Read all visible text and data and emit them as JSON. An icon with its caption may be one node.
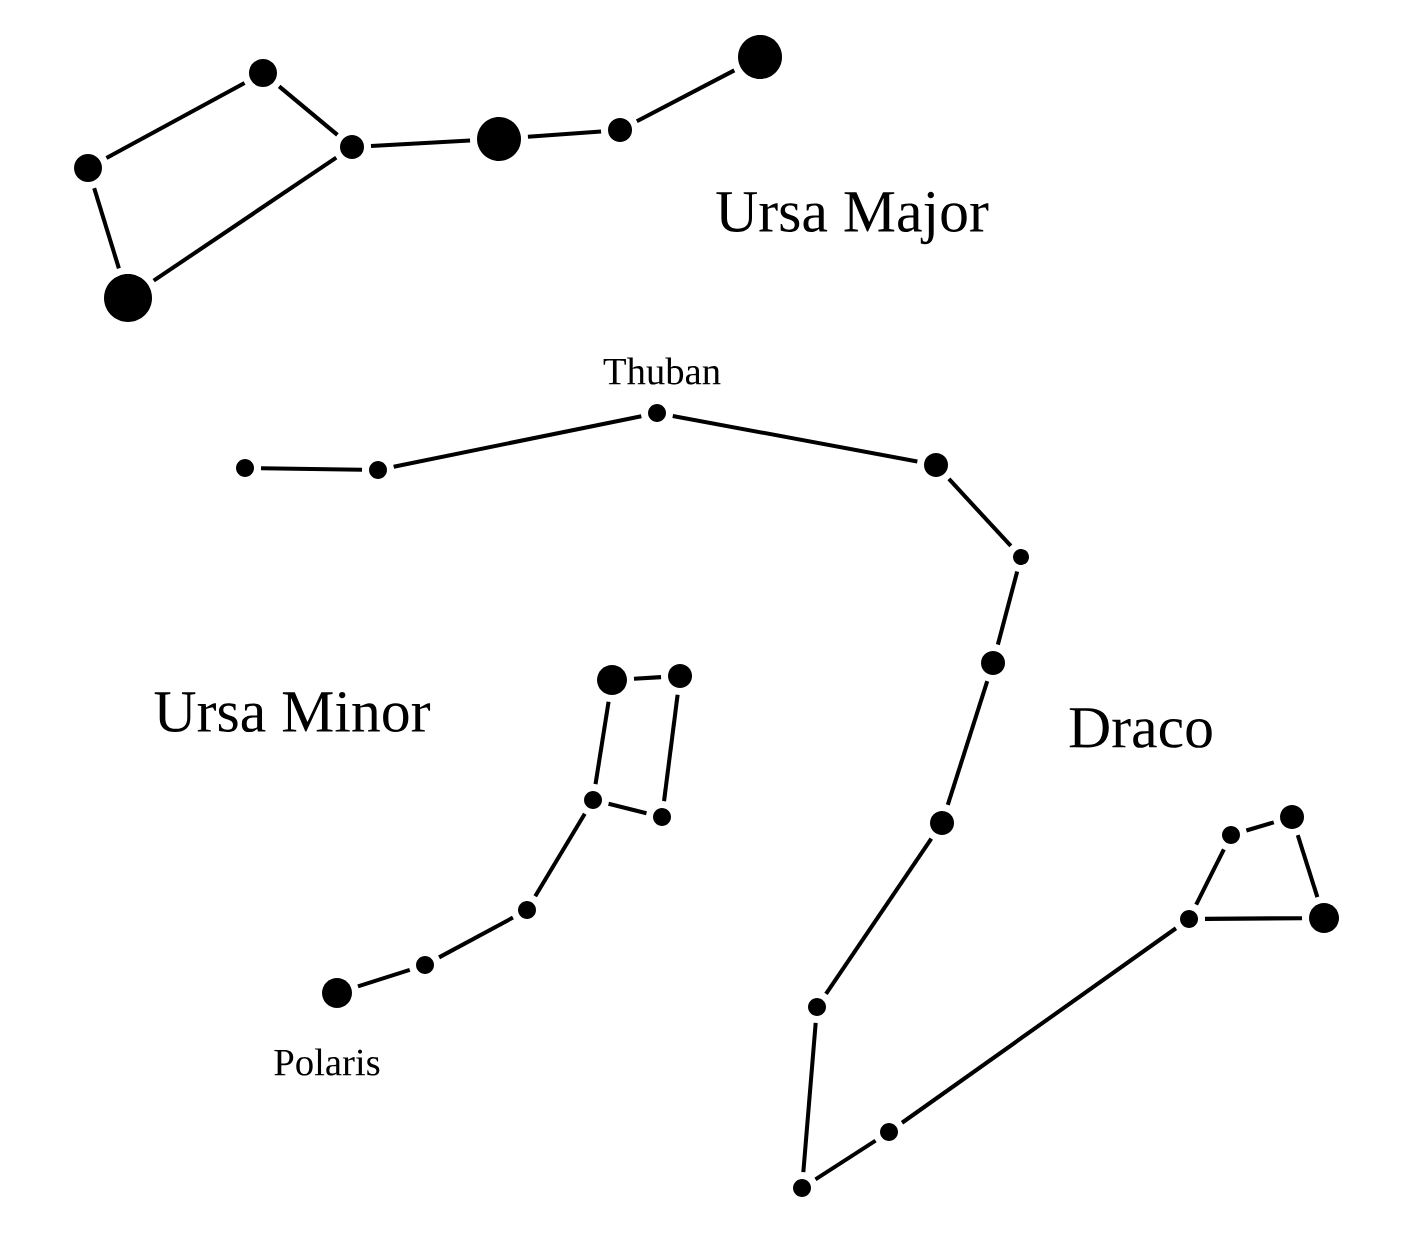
{
  "diagram": {
    "nodes": [
      {
        "text": [],
        "shape": "circle"
      },
      {
        "text": [],
        "shape": "circle"
      },
      {
        "text": [],
        "shape": "circle"
      },
      {
        "text": [],
        "shape": "circle"
      },
      {
        "text": [],
        "shape": "circle"
      },
      {
        "text": [],
        "shape": "circle"
      },
      {
        "text": [],
        "shape": "circle"
      },
      {
        "text": [],
        "shape": "circle"
      },
      {
        "text": [],
        "shape": "circle"
      },
      {
        "text": [],
        "shape": "circle",
        "beside": [
          "Thuban"
        ]
      },
      {
        "text": [],
        "shape": "circle"
      },
      {
        "text": [],
        "shape": "circle"
      },
      {
        "text": [],
        "shape": "circle"
      },
      {
        "text": [],
        "shape": "circle"
      },
      {
        "text": [],
        "shape": "circle"
      },
      {
        "text": [],
        "shape": "circle"
      },
      {
        "text": [],
        "shape": "circle"
      },
      {
        "text": [],
        "shape": "circle"
      },
      {
        "text": [],
        "shape": "circle"
      },
      {
        "text": [],
        "shape": "circle"
      },
      {
        "text": [],
        "shape": "circle"
      },
      {
        "text": [],
        "shape": "circle"
      },
      {
        "text": [],
        "shape": "circle"
      },
      {
        "text": [],
        "shape": "circle"
      },
      {
        "text": [],
        "shape": "circle"
      },
      {
        "text": [],
        "shape": "circle"
      },
      {
        "text": [],
        "shape": "circle"
      },
      {
        "text": [],
        "shape": "circle",
        "beside": [
          "Polaris"
        ]
      }
    ],
    "edges": [
      {
        "from": 0,
        "to": 1,
        "arrow": "none"
      },
      {
        "from": 1,
        "to": 2,
        "arrow": "none"
      },
      {
        "from": 2,
        "to": 3,
        "arrow": "none"
      },
      {
        "from": 3,
        "to": 4,
        "arrow": "none"
      },
      {
        "from": 4,
        "to": 5,
        "arrow": "none"
      },
      {
        "from": 2,
        "to": 6,
        "arrow": "none"
      },
      {
        "from": 6,
        "to": 0,
        "arrow": "none"
      },
      {
        "from": 7,
        "to": 8,
        "arrow": "none"
      },
      {
        "from": 8,
        "to": 9,
        "arrow": "none"
      },
      {
        "from": 9,
        "to": 10,
        "arrow": "none"
      },
      {
        "from": 10,
        "to": 11,
        "arrow": "none"
      },
      {
        "from": 11,
        "to": 12,
        "arrow": "none"
      },
      {
        "from": 12,
        "to": 13,
        "arrow": "none"
      },
      {
        "from": 13,
        "to": 14,
        "arrow": "none"
      },
      {
        "from": 14,
        "to": 15,
        "arrow": "none"
      },
      {
        "from": 15,
        "to": 16,
        "arrow": "none"
      },
      {
        "from": 16,
        "to": 17,
        "arrow": "none"
      },
      {
        "from": 17,
        "to": 18,
        "arrow": "none"
      },
      {
        "from": 18,
        "to": 19,
        "arrow": "none"
      },
      {
        "from": 19,
        "to": 20,
        "arrow": "none"
      },
      {
        "from": 20,
        "to": 17,
        "arrow": "none"
      },
      {
        "from": 21,
        "to": 22,
        "arrow": "none"
      },
      {
        "from": 21,
        "to": 23,
        "arrow": "none"
      },
      {
        "from": 22,
        "to": 24,
        "arrow": "none"
      },
      {
        "from": 23,
        "to": 24,
        "arrow": "none"
      },
      {
        "from": 23,
        "to": 25,
        "arrow": "none"
      },
      {
        "from": 25,
        "to": 26,
        "arrow": "none"
      },
      {
        "from": 26,
        "to": 27,
        "arrow": "none"
      }
    ],
    "labels": [
      "Ursa Major",
      "Ursa Minor",
      "Draco"
    ]
  }
}
